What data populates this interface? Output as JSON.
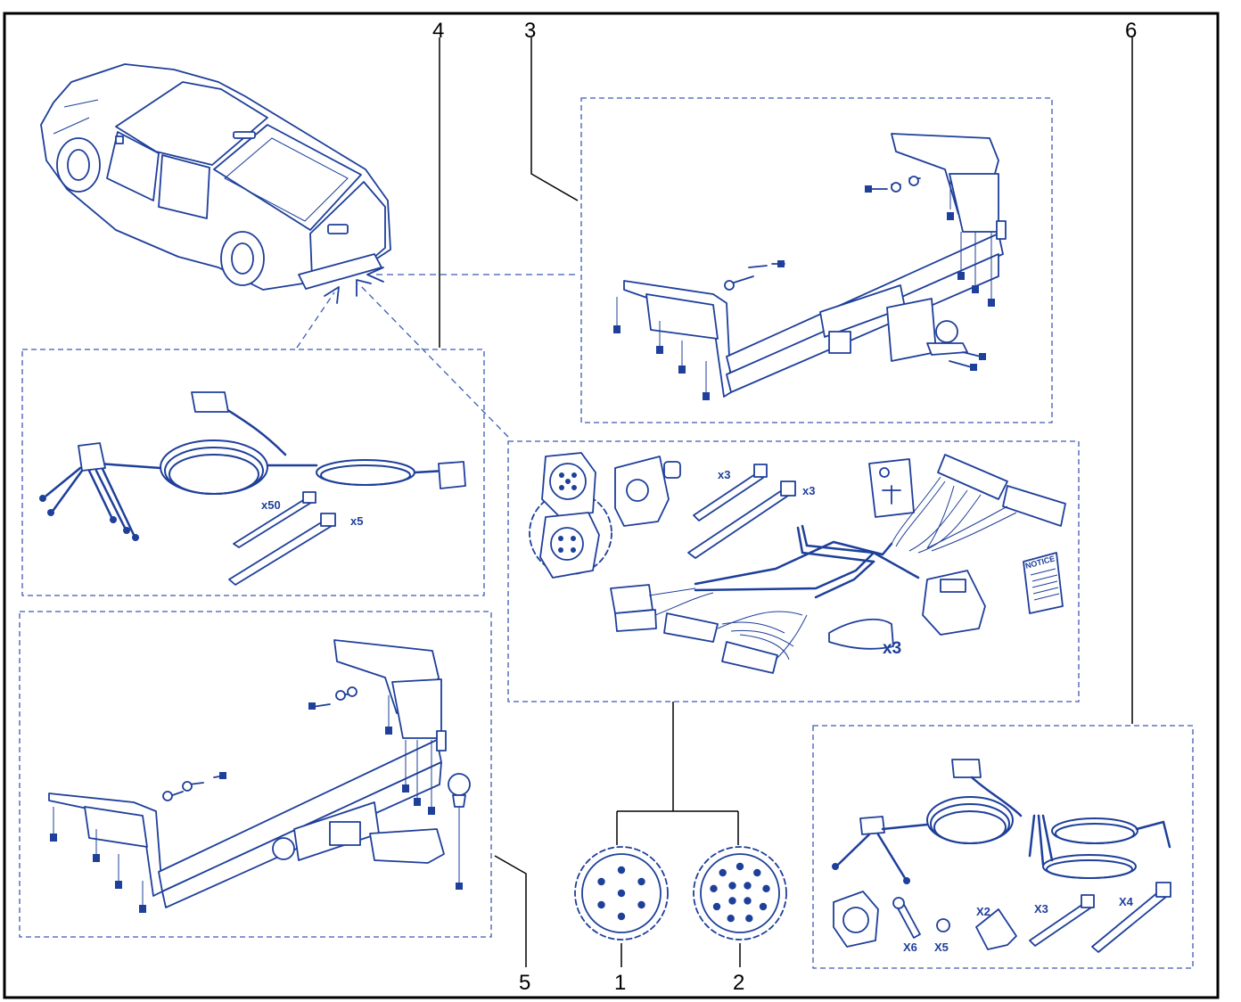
{
  "colors": {
    "line_art": "#1e3f9a",
    "dashed_box": "#3b5bb5",
    "callout": "#000000"
  },
  "callouts": {
    "c1": "1",
    "c2": "2",
    "c3": "3",
    "c4": "4",
    "c5": "5",
    "c6": "6"
  },
  "kit4": {
    "ties_small_qty": "x50",
    "ties_large_qty": "x5"
  },
  "kit_center": {
    "ties_a_qty": "x3",
    "ties_b_qty": "x3",
    "covers_qty": "x3",
    "manual_label": "NOTICE"
  },
  "kit6": {
    "bracket_qty": "X2",
    "ties_a_qty": "X3",
    "ties_b_qty": "X4",
    "bolts_qty": "X6",
    "nuts_qty": "X5"
  },
  "sockets": {
    "socket7_pins": 7,
    "socket13_pins": 13
  }
}
